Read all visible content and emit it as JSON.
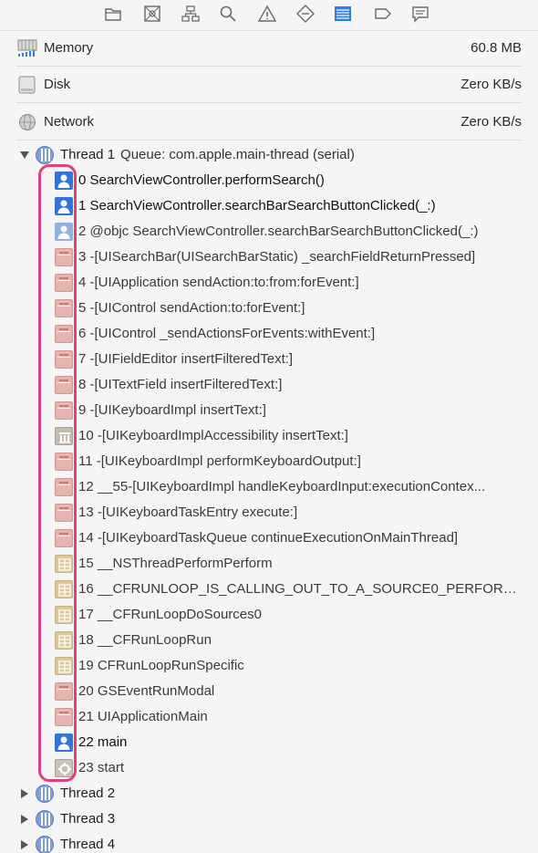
{
  "toolbar": {
    "icons": [
      "folder-icon",
      "source-control-icon",
      "hierarchy-icon",
      "search-icon",
      "warning-icon",
      "test-icon",
      "debug-navigator-icon",
      "breakpoint-icon",
      "report-icon"
    ]
  },
  "gauges": [
    {
      "label": "Memory",
      "value": "60.8 MB",
      "icon": "memory-gauge-icon"
    },
    {
      "label": "Disk",
      "value": "Zero KB/s",
      "icon": "disk-gauge-icon"
    },
    {
      "label": "Network",
      "value": "Zero KB/s",
      "icon": "network-gauge-icon"
    }
  ],
  "thread1": {
    "name": "Thread 1",
    "queue": "Queue: com.apple.main-thread (serial)",
    "frames": [
      {
        "text": "0 SearchViewController.performSearch()",
        "kind": "user"
      },
      {
        "text": "1 SearchViewController.searchBarSearchButtonClicked(_:)",
        "kind": "user"
      },
      {
        "text": "2 @objc SearchViewController.searchBarSearchButtonClicked(_:)",
        "kind": "user-dim"
      },
      {
        "text": "3 -[UISearchBar(UISearchBarStatic) _searchFieldReturnPressed]",
        "kind": "lib"
      },
      {
        "text": "4 -[UIApplication sendAction:to:from:forEvent:]",
        "kind": "lib"
      },
      {
        "text": "5 -[UIControl sendAction:to:forEvent:]",
        "kind": "lib"
      },
      {
        "text": "6 -[UIControl _sendActionsForEvents:withEvent:]",
        "kind": "lib"
      },
      {
        "text": "7 -[UIFieldEditor insertFilteredText:]",
        "kind": "lib"
      },
      {
        "text": "8 -[UITextField insertFilteredText:]",
        "kind": "lib"
      },
      {
        "text": "9 -[UIKeyboardImpl insertText:]",
        "kind": "lib"
      },
      {
        "text": "10 -[UIKeyboardImplAccessibility insertText:]",
        "kind": "ax"
      },
      {
        "text": "11 -[UIKeyboardImpl performKeyboardOutput:]",
        "kind": "lib"
      },
      {
        "text": "12 __55-[UIKeyboardImpl handleKeyboardInput:executionContex...",
        "kind": "lib"
      },
      {
        "text": "13 -[UIKeyboardTaskEntry execute:]",
        "kind": "lib"
      },
      {
        "text": "14 -[UIKeyboardTaskQueue continueExecutionOnMainThread]",
        "kind": "lib"
      },
      {
        "text": "15 __NSThreadPerformPerform",
        "kind": "cf"
      },
      {
        "text": "16 __CFRUNLOOP_IS_CALLING_OUT_TO_A_SOURCE0_PERFORM...",
        "kind": "cf"
      },
      {
        "text": "17 __CFRunLoopDoSources0",
        "kind": "cf"
      },
      {
        "text": "18 __CFRunLoopRun",
        "kind": "cf"
      },
      {
        "text": "19 CFRunLoopRunSpecific",
        "kind": "cf"
      },
      {
        "text": "20 GSEventRunModal",
        "kind": "lib"
      },
      {
        "text": "21 UIApplicationMain",
        "kind": "lib"
      },
      {
        "text": "22 main",
        "kind": "user"
      },
      {
        "text": "23 start",
        "kind": "start"
      }
    ]
  },
  "other_threads": [
    {
      "name": "Thread 2"
    },
    {
      "name": "Thread 3"
    },
    {
      "name": "Thread 4"
    }
  ],
  "colors": {
    "highlight": "#e23f82",
    "user_frame": "#2f74d6",
    "thread_icon": "#7f9fd6"
  }
}
